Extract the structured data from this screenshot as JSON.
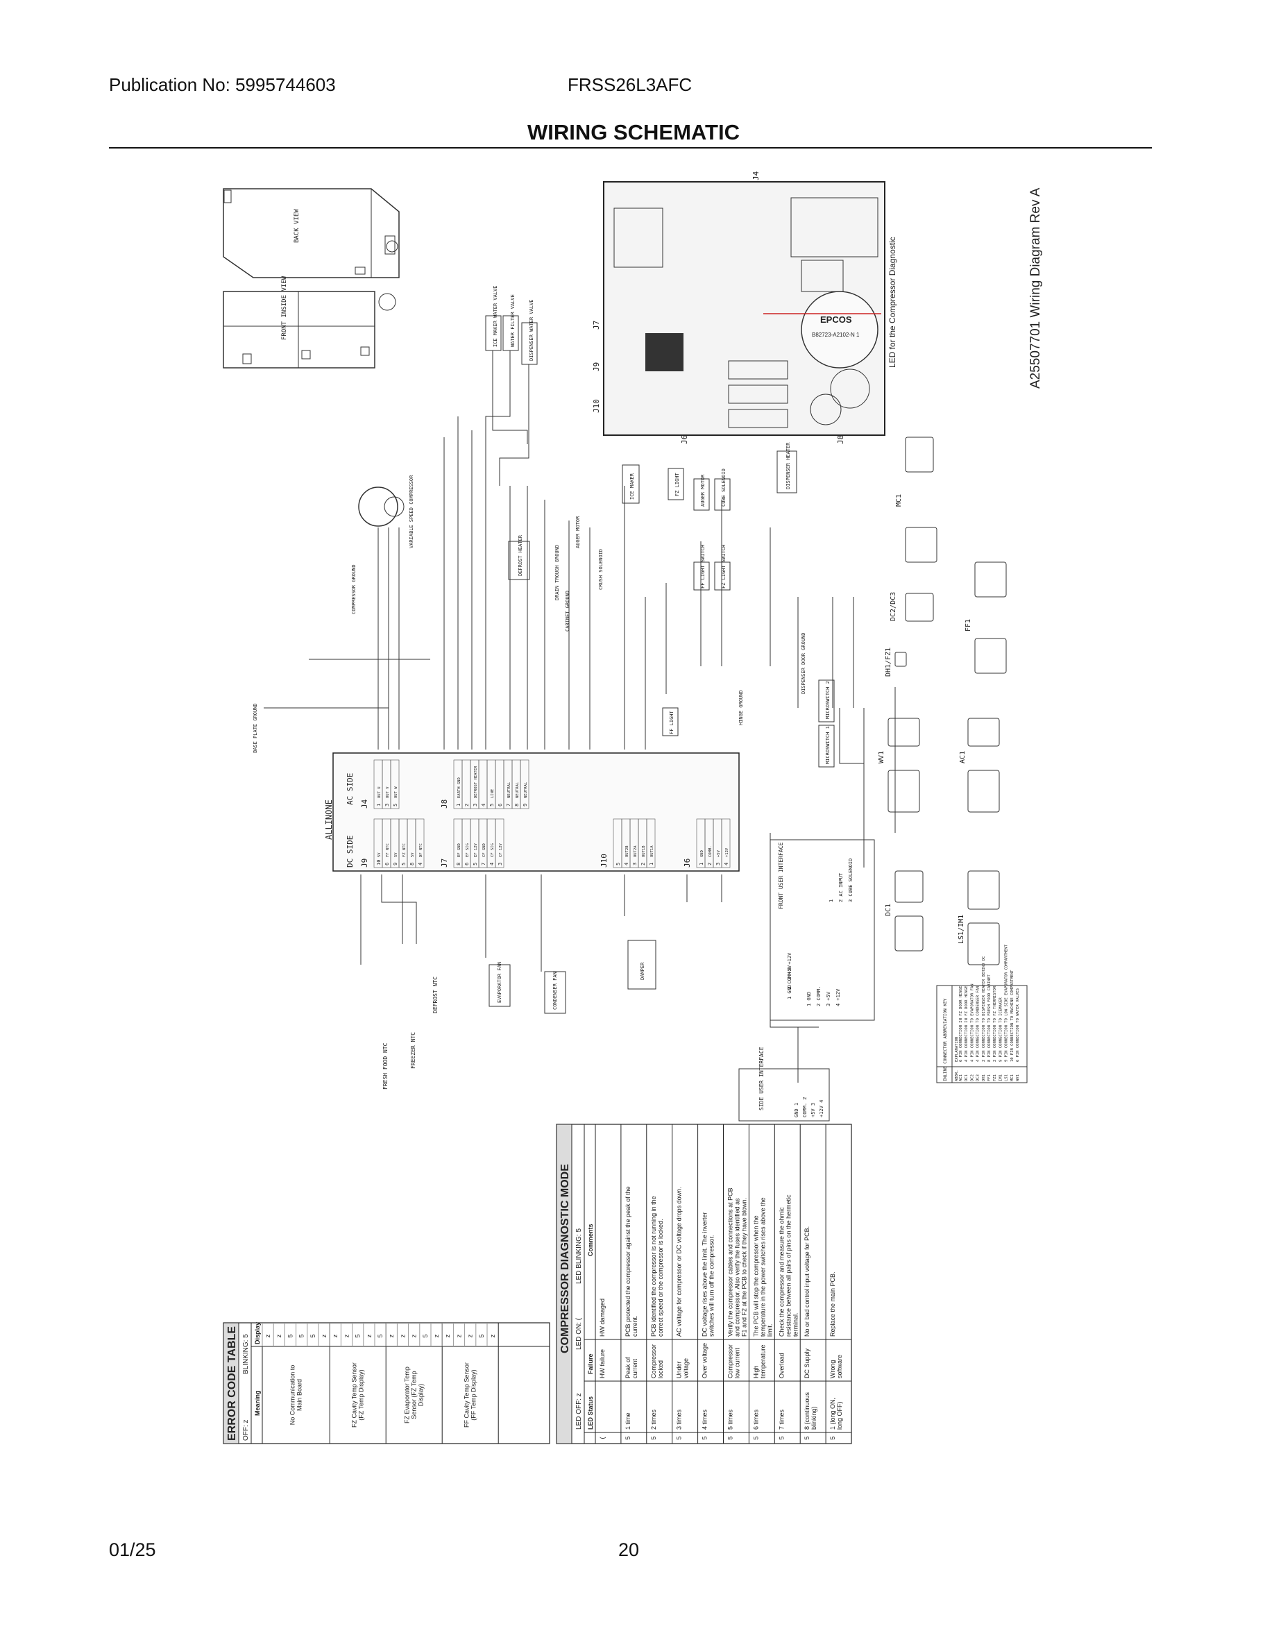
{
  "header": {
    "publication": "Publication No: 5995744603",
    "model": "FRSS26L3AFC",
    "title": "WIRING SCHEMATIC"
  },
  "footer": {
    "date": "01/25",
    "page": "20"
  },
  "diagram": {
    "rev_label": "A25507701 Wiring Diagram Rev A",
    "led_note": "LED for the Compressor Diagnostic",
    "epcos_label": "EPCOS",
    "epcos_part": "B82723-A2102-N 1",
    "connector_labels": [
      "J4",
      "J7",
      "J9",
      "J10",
      "J6",
      "J8"
    ],
    "allinone": "ALLINONE",
    "dc_side": "DC SIDE",
    "ac_side": "AC SIDE",
    "board_blocks": {
      "J9": [
        [
          "10",
          "5V"
        ],
        [
          "6",
          "FF NTC"
        ],
        [
          "9",
          "5V"
        ],
        [
          "5",
          "FZ NTC"
        ],
        [
          "8",
          "5V"
        ],
        [
          "4",
          "DF NTC"
        ]
      ],
      "J4": [
        [
          "1",
          "OUT U"
        ],
        [
          "3",
          "OUT V"
        ],
        [
          "5",
          "OUT W"
        ]
      ],
      "J7": [
        [
          "8",
          "EF GND"
        ],
        [
          "6",
          "EF SIG"
        ],
        [
          "5",
          "EF 12V"
        ],
        [
          "7",
          "CF GND"
        ],
        [
          "4",
          "CF SIG"
        ],
        [
          "3",
          "CF 12V"
        ]
      ],
      "J8": [
        [
          "1",
          "EARTH GND"
        ],
        [
          "2",
          ""
        ],
        [
          "3",
          "DEFROST HEATER"
        ],
        [
          "4",
          ""
        ],
        [
          "5",
          "LINE"
        ],
        [
          "6",
          ""
        ],
        [
          "7",
          "NEUTRAL"
        ],
        [
          "8",
          "NEUTRAL"
        ],
        [
          "9",
          "NEUTRAL"
        ]
      ],
      "J10": [
        [
          "5",
          ""
        ],
        [
          "4",
          "OUT2B"
        ],
        [
          "3",
          "OUT2A"
        ],
        [
          "2",
          "OUT1B"
        ],
        [
          "1",
          "OUT1A"
        ]
      ],
      "J6": [
        [
          "1",
          "GND"
        ],
        [
          "2",
          "COMM."
        ],
        [
          "3",
          "+5V"
        ],
        [
          "4",
          "+12V"
        ]
      ]
    },
    "component_labels": [
      "BACK VIEW",
      "FRONT INSIDE VIEW",
      "ICE MAKER WATER VALVE",
      "WATER FILTER VALVE",
      "DISPENSER WATER VALVE",
      "VARIABLE SPEED COMPRESSOR",
      "DEFROST HEATER",
      "AUGER MOTOR",
      "CRUSH SOLENOID",
      "ICE MAKER",
      "FZ LIGHT",
      "AUGER MOTOR",
      "CUBE SOLENOID",
      "DISPENSER HEATER",
      "FF LIGHT SWITCH",
      "FZ LIGHT SWITCH",
      "FF LIGHT",
      "MICROSWITCH 2",
      "MICROSWITCH 1",
      "DISPENSER DOOR GROUND",
      "HINGE GROUND",
      "CABINET GROUND",
      "DRAIN TROUGH GROUND",
      "COMPRESSOR GROUND",
      "BASE PLATE GROUND",
      "FRESH FOOD NTC",
      "FREEZER NTC",
      "DEFROST NTC",
      "EVAPORATOR FAN",
      "CONDENSER FAN",
      "DAMPER",
      "FRONT USER INTERFACE",
      "SIDE USER INTERFACE",
      "AC INPUT",
      "CUBE SOLENOID"
    ],
    "plug_labels": [
      "MC1",
      "DC2/DC3",
      "FF1",
      "DH1/FZ1",
      "WV1",
      "AC1",
      "DC1",
      "LS1/IM1"
    ],
    "ui_j3": [
      "GND",
      "COMM.",
      "+5V",
      "+12V"
    ],
    "ui_j2": [
      [
        "1",
        "GND"
      ],
      [
        "2",
        "COMM."
      ],
      [
        "3",
        "+5V"
      ],
      [
        "4",
        "+12V"
      ]
    ],
    "ui_j1": [
      [
        "GND",
        "1"
      ],
      [
        "COMM.",
        "2"
      ],
      [
        "+5V",
        "3"
      ],
      [
        "+12V",
        "4"
      ]
    ],
    "ui_j4": [
      [
        "1",
        ""
      ],
      [
        "2",
        "AC INPUT"
      ],
      [
        "3",
        "CUBE SOLENOID"
      ]
    ]
  },
  "abbr_key": {
    "title": "INLINE CONNECTOR ABBREVIATION KEY",
    "col_abbr": "ABBR.",
    "col_expl": "EXPLANATION",
    "rows": [
      [
        "AC1",
        "6 PIN CONNECTION IN FZ DOOR HINGE"
      ],
      [
        "DC1",
        "4 PIN CONNECTION IN FZ DOOR HINGE"
      ],
      [
        "DC2",
        "4 PIN CONNECTION TO EVAPORATOR FAN"
      ],
      [
        "DC3",
        "4 PIN CONNECTION TO CONDENSER FAN"
      ],
      [
        "DH1",
        "2 PIN CONNECTION TO DISPENSER HEATER BEHIND DC"
      ],
      [
        "FF1",
        "8 PIN CONNECTION TO FRESH FOOD CABINET"
      ],
      [
        "FZ1",
        "2 PIN CONNECTION TO FZ THERMISTOR"
      ],
      [
        "IM1",
        "9 PIN CONNECTION TO ICEMAKER"
      ],
      [
        "LS1",
        "9 PIN CONNECTION TO LOW SIDE EVAPORATOR COMPARTMENT"
      ],
      [
        "MC1",
        "10 PIN CONNECTION TO MACHINE COMPARTMENT"
      ],
      [
        "WV1",
        "6 PIN CONNECTION TO WATER VALVES"
      ]
    ]
  },
  "error_table": {
    "title": "ERROR CODE TABLE",
    "legend_off": "OFF: z",
    "legend_blink": "BLINKING: 5",
    "col_meaning": "Meaning",
    "col_display": "Display",
    "groups": [
      {
        "meaning": "No Communication to Main Board",
        "display": [
          "z",
          "z",
          "5",
          "5",
          "5",
          "z"
        ]
      },
      {
        "meaning": "FZ Cavity Temp Sensor (FZ Temp Display)",
        "display": [
          "z",
          "z",
          "5",
          "z",
          "5"
        ]
      },
      {
        "meaning": "FZ Evaporator Temp Sensor (FZ Temp Display)",
        "display": [
          "z",
          "z",
          "z",
          "5",
          "z"
        ]
      },
      {
        "meaning": "FF Cavity Temp Sensor (FF Temp Display)",
        "display": [
          "z",
          "z",
          "z",
          "5",
          "z"
        ]
      }
    ]
  },
  "diag_table": {
    "title": "COMPRESSOR DIAGNOSTIC MODE",
    "legend_off": "LED OFF: z",
    "legend_on": "LED ON: (",
    "legend_blink": "LED BLINKING: 5",
    "col_status": "LED Status",
    "col_failure": "Failure",
    "col_comments": "Comments",
    "rows": [
      {
        "sym": "(",
        "status": "",
        "failure": "HW failure",
        "comment": "HW damaged"
      },
      {
        "sym": "5",
        "status": "1 time",
        "failure": "Peak of current",
        "comment": "PCB protected the compressor against the peak of the current."
      },
      {
        "sym": "5",
        "status": "2 times",
        "failure": "Compressor locked",
        "comment": "PCB identified the compressor is not running in the correct speed or the compressor is locked."
      },
      {
        "sym": "5",
        "status": "3 times",
        "failure": "Under voltage",
        "comment": "AC voltage for compressor or DC voltage drops down."
      },
      {
        "sym": "5",
        "status": "4 times",
        "failure": "Over voltage",
        "comment": "DC voltage rises above the limit. The inverter switches will turn off the compressor."
      },
      {
        "sym": "5",
        "status": "5 times",
        "failure": "Compressor low current",
        "comment": "Verify the compressor cables and connections at PCB and compressor. Also verify the fuses identified as F1 and F2 at the PCB to check if they have blown."
      },
      {
        "sym": "5",
        "status": "6 times",
        "failure": "High temperature",
        "comment": "The PCB will stop the compressor when the temperature in the power switches rises above the limit."
      },
      {
        "sym": "5",
        "status": "7 times",
        "failure": "Overload",
        "comment": "Check the compressor and measure the ohmic resistance between all pairs of pins on the hermetic terminal."
      },
      {
        "sym": "5",
        "status": "8 (continuous blinking)",
        "failure": "DC Supply",
        "comment": "No or bad control input voltage for PCB."
      },
      {
        "sym": "5",
        "status": "1 (long ON, long OFF)",
        "failure": "Wrong software",
        "comment": "Replace the main PCB."
      }
    ]
  },
  "colors": {
    "line": "#222222",
    "led_line": "#cc2222",
    "shade": "#e6e6e6"
  }
}
